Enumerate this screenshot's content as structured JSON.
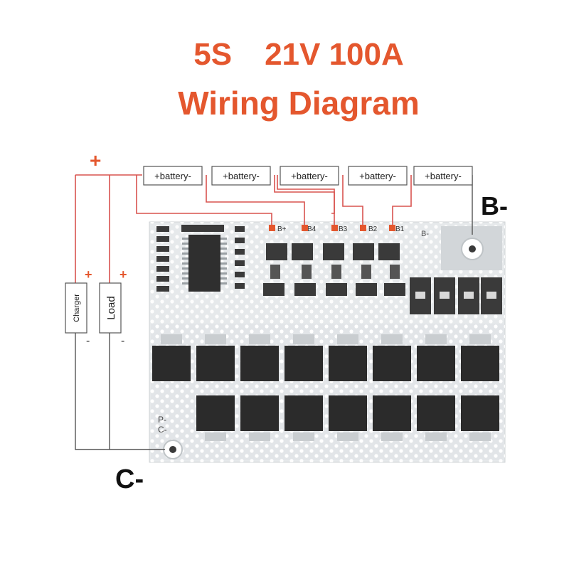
{
  "title": {
    "spec_part1": "5S",
    "spec_part2": "21V 100A",
    "line2": "Wiring Diagram"
  },
  "colors": {
    "title": "#e4572e",
    "wire": "#d9534f",
    "board": "#e9ecee",
    "chip": "#2b2b2b"
  },
  "wiring": {
    "plus_label": "+",
    "battery_prefix": "+",
    "battery_name": "battery-",
    "batteries": [
      "+battery-",
      "+battery-",
      "+battery-",
      "+battery-",
      "+battery-"
    ],
    "b_minus": "B-",
    "c_minus": "C-"
  },
  "loads": [
    {
      "name": "Charger",
      "plus": "+",
      "minus": "-"
    },
    {
      "name": "Load",
      "plus": "+",
      "minus": "-"
    }
  ],
  "board": {
    "pads": [
      "B+",
      "B4",
      "B3",
      "B2",
      "B1"
    ],
    "b_minus_pad": "B-",
    "p_minus": "P-",
    "c_minus": "C-"
  }
}
